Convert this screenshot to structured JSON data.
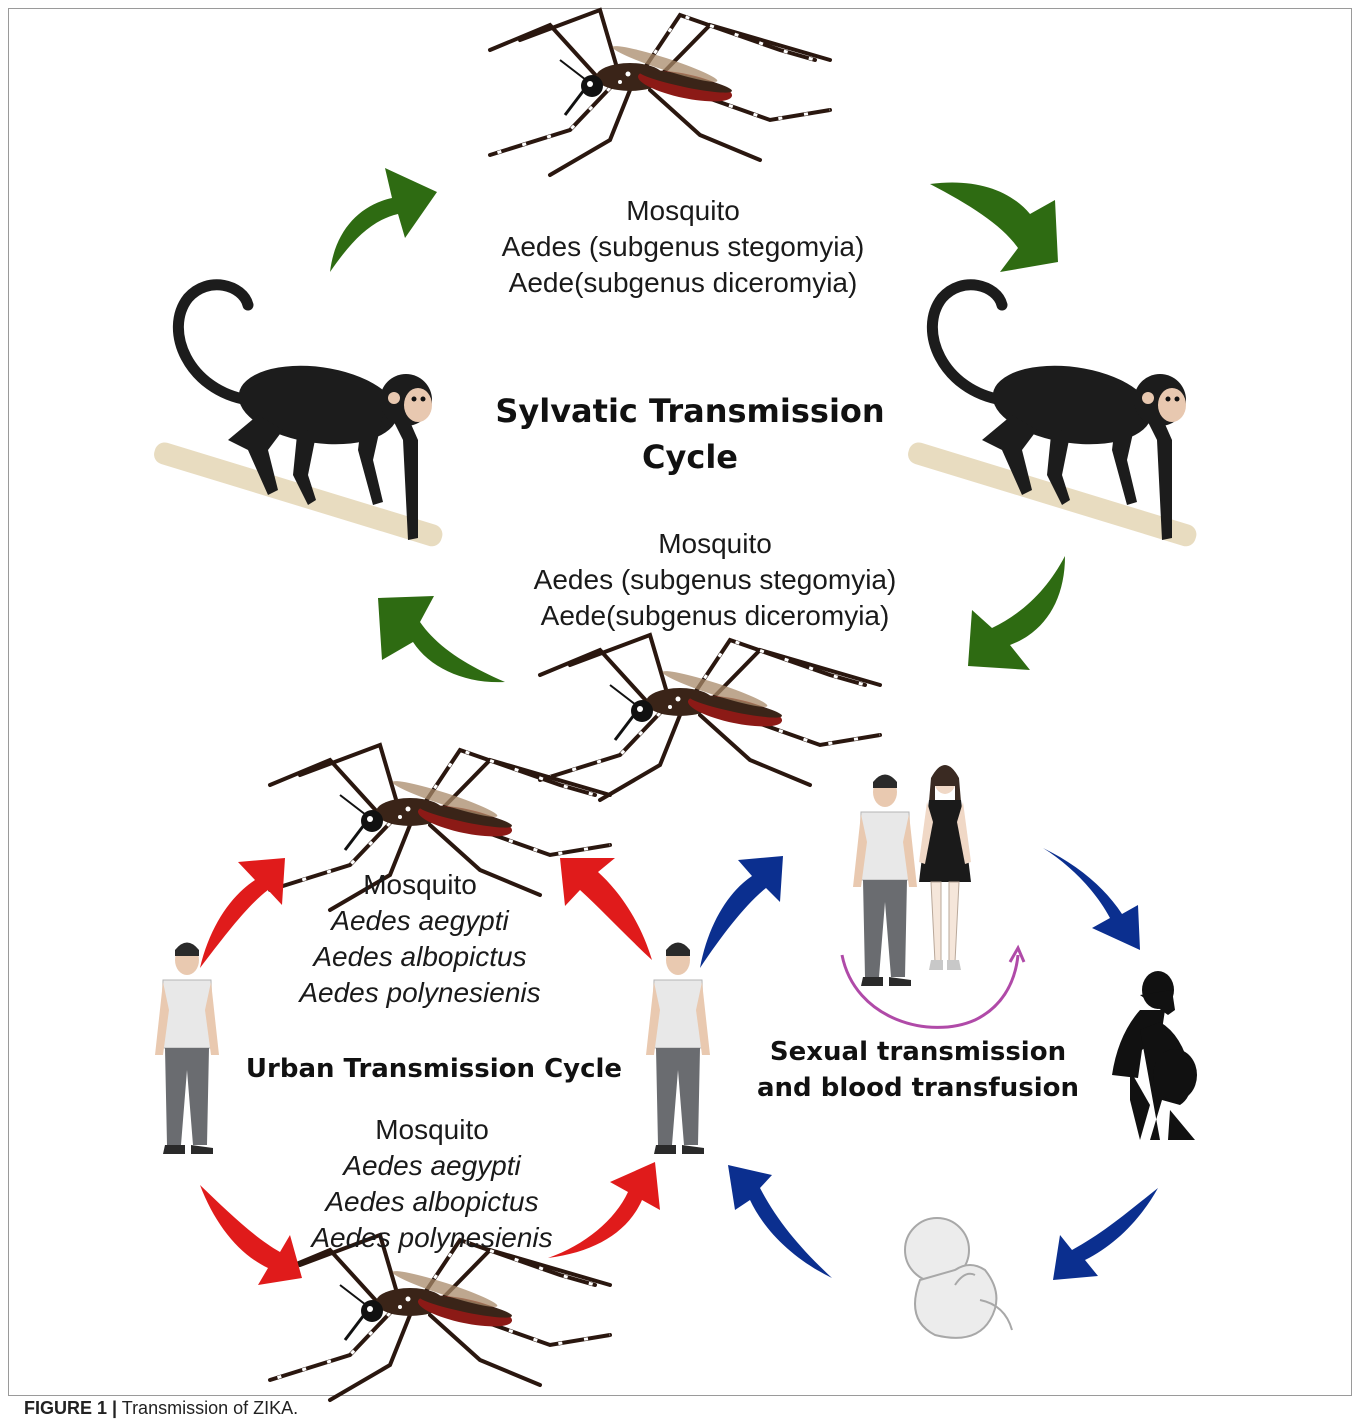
{
  "colors": {
    "sylvatic_arrow": "#2e6b12",
    "urban_arrow": "#e01b1b",
    "sexual_arrow": "#0b2f8f",
    "curve_arrow": "#b04aa8",
    "monkey": "#1c1c1c",
    "branch": "#e8dcc0",
    "mosquito_body": "#3a2418",
    "mosquito_abdomen": "#8c1a16"
  },
  "sylvatic": {
    "title_line1": "Sylvatic Transmission",
    "title_line2": "Cycle",
    "vector_top": [
      "Mosquito",
      "Aedes (subgenus stegomyia)",
      "Aede(subgenus diceromyia)"
    ],
    "vector_bottom": [
      "Mosquito",
      "Aedes (subgenus stegomyia)",
      "Aede(subgenus diceromyia)"
    ]
  },
  "urban": {
    "title": "Urban Transmission Cycle",
    "vector_top": [
      "Mosquito",
      "Aedes aegypti",
      "Aedes albopictus",
      "Aedes polynesienis"
    ],
    "vector_bottom": [
      "Mosquito",
      "Aedes aegypti",
      "Aedes albopictus",
      "Aedes polynesienis"
    ]
  },
  "sexual": {
    "title_line1": "Sexual transmission",
    "title_line2": "and blood transfusion"
  },
  "icons": {
    "mosquito": "mosquito-icon",
    "monkey": "monkey-icon",
    "man": "man-icon",
    "woman": "woman-icon",
    "pregnant": "pregnant-woman-icon",
    "fetus": "fetus-icon"
  },
  "caption": {
    "label": "FIGURE 1 |",
    "text": " Transmission of ZIKA."
  }
}
